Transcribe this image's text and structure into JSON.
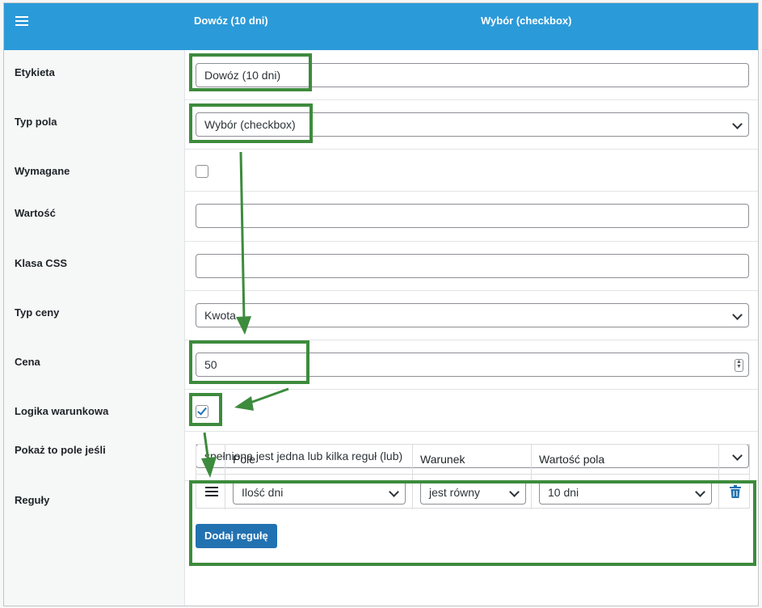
{
  "header": {
    "menu_icon": "hamburger-icon",
    "field_name": "Dowóz (10 dni)",
    "field_type": "Wybór (checkbox)"
  },
  "form": {
    "label_label": "Etykieta",
    "label_value": "Dowóz (10 dni)",
    "type_label": "Typ pola",
    "type_value": "Wybór (checkbox)",
    "required_label": "Wymagane",
    "required_checked": false,
    "value_label": "Wartość",
    "value_value": "",
    "css_label": "Klasa CSS",
    "css_value": "",
    "price_type_label": "Typ ceny",
    "price_type_value": "Kwota",
    "price_label": "Cena",
    "price_value": "50",
    "logic_label": "Logika warunkowa",
    "logic_checked": true,
    "show_if_label": "Pokaż to pole jeśli",
    "show_if_value": "spełniona jest jedna lub kilka reguł (lub)",
    "rules_label": "Reguły"
  },
  "rules": {
    "headers": [
      "Pole",
      "Warunek",
      "Wartość pola"
    ],
    "rows": [
      {
        "field": "Ilość dni",
        "condition": "jest równy",
        "value": "10 dni"
      }
    ],
    "add_button": "Dodaj regułę"
  },
  "annotation_color": "#3d8b3d",
  "accent": "#2b9ad9",
  "button_color": "#2271b1"
}
